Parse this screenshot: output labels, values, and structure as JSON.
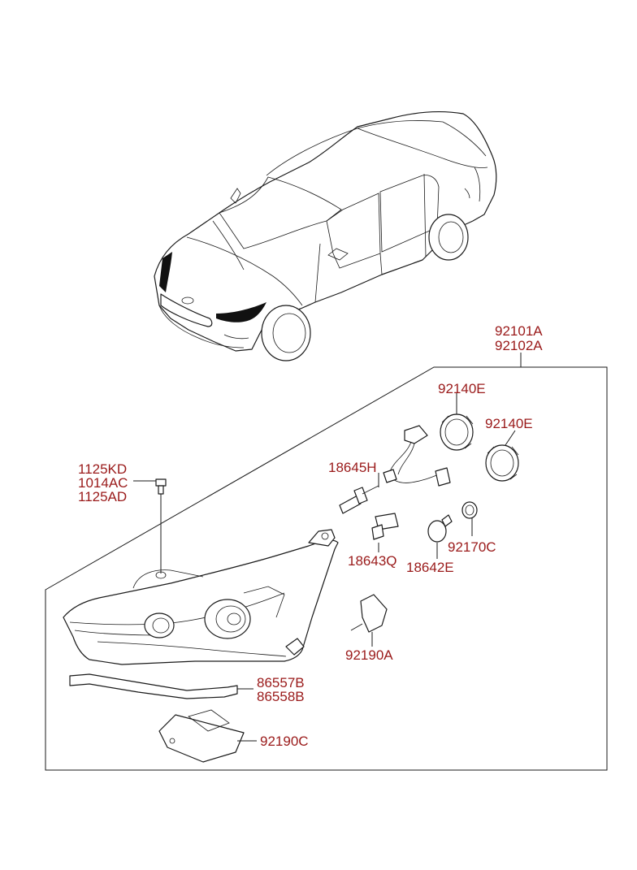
{
  "diagram": {
    "labels": {
      "assembly_left": "92101A",
      "assembly_right": "92102A",
      "bulb_socket_top": "92140E",
      "bulb_socket_right": "92140E",
      "bulb_h": "18645H",
      "bulb_q": "18643Q",
      "bulb_e": "18642E",
      "cap_c": "92170C",
      "bolt_kd": "1125KD",
      "bolt_ac": "1014AC",
      "bolt_ad": "1125AD",
      "actuator": "92190A",
      "strip_b1": "86557B",
      "strip_b2": "86558B",
      "ballast": "92190C"
    },
    "colors": {
      "label": "#9a1a1a",
      "line": "#1a1a1a",
      "headlamp_highlight": "#111111"
    }
  }
}
